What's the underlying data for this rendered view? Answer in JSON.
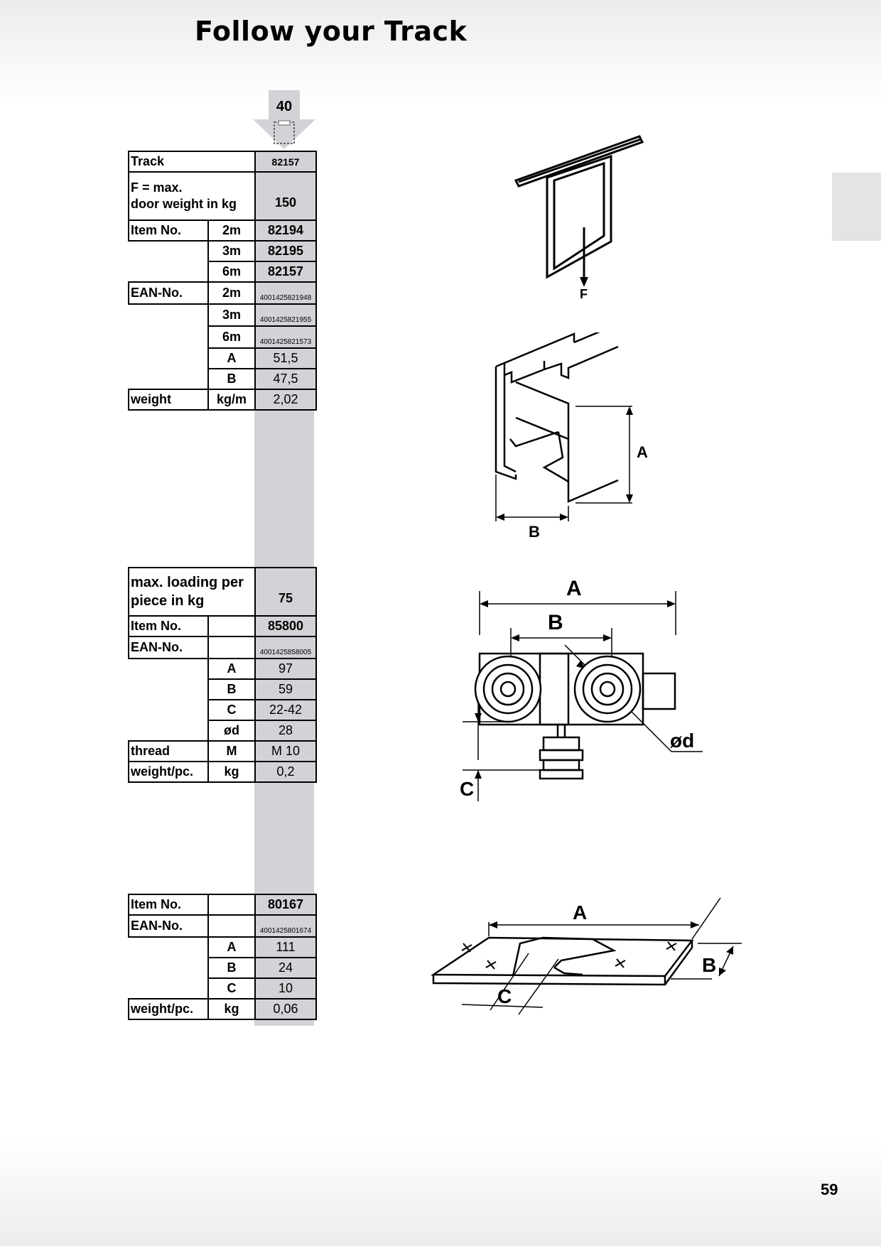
{
  "page": {
    "title": "Follow your Track",
    "page_number": "59"
  },
  "column_header": "40",
  "track_table": {
    "track_label": "Track",
    "track_value": "82157",
    "load_label_1": "F = max.",
    "load_label_2": "door weight in kg",
    "load_value": "150",
    "item_label": "Item No.",
    "item_rows": [
      {
        "len": "2m",
        "value": "82194"
      },
      {
        "len": "3m",
        "value": "82195"
      },
      {
        "len": "6m",
        "value": "82157"
      }
    ],
    "ean_label": "EAN-No.",
    "ean_rows": [
      {
        "len": "2m",
        "value": "4001425821948"
      },
      {
        "len": "3m",
        "value": "4001425821955"
      },
      {
        "len": "6m",
        "value": "4001425821573"
      }
    ],
    "dims": [
      {
        "key": "A",
        "value": "51,5"
      },
      {
        "key": "B",
        "value": "47,5"
      }
    ],
    "weight_label": "weight",
    "weight_unit": "kg/m",
    "weight_value": "2,02"
  },
  "trolley_table": {
    "load_label_1": "max. loading per",
    "load_label_2": "piece in kg",
    "load_value": "75",
    "item_label": "Item No.",
    "item_value": "85800",
    "ean_label": "EAN-No.",
    "ean_value": "4001425858005",
    "dims": [
      {
        "key": "A",
        "value": "97"
      },
      {
        "key": "B",
        "value": "59"
      },
      {
        "key": "C",
        "value": "22-42"
      },
      {
        "key": "ød",
        "value": "28"
      }
    ],
    "thread_label": "thread",
    "thread_key": "M",
    "thread_value": "M 10",
    "weight_label": "weight/pc.",
    "weight_unit": "kg",
    "weight_value": "0,2"
  },
  "guide_table": {
    "item_label": "Item No.",
    "item_value": "80167",
    "ean_label": "EAN-No.",
    "ean_value": "4001425801674",
    "dims": [
      {
        "key": "A",
        "value": "111"
      },
      {
        "key": "B",
        "value": "24"
      },
      {
        "key": "C",
        "value": "10"
      }
    ],
    "weight_label": "weight/pc.",
    "weight_unit": "kg",
    "weight_value": "0,06"
  },
  "drawing_labels": {
    "force": "F",
    "track_a": "A",
    "track_b": "B",
    "trolley_a": "A",
    "trolley_b": "B",
    "trolley_c": "C",
    "trolley_d": "ød",
    "guide_a": "A",
    "guide_b": "B",
    "guide_c": "C"
  }
}
